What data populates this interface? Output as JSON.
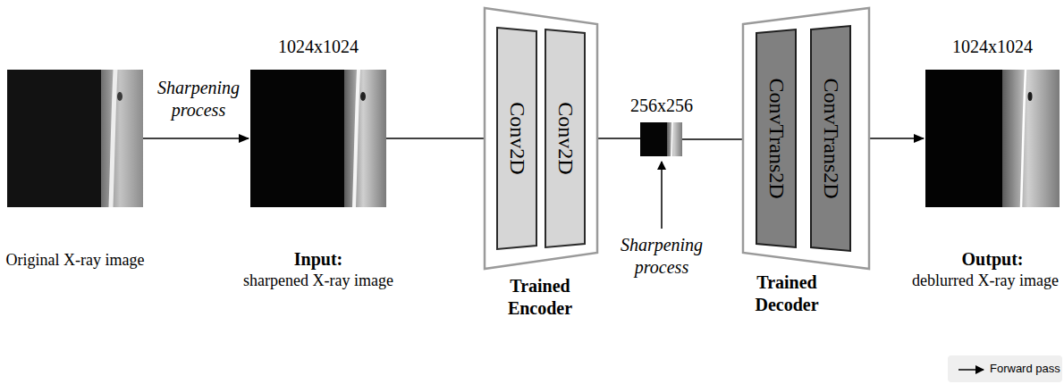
{
  "diagram": {
    "nodes": [
      {
        "text": [
          "Original X-ray image"
        ]
      },
      {
        "text": [
          "1024x1024",
          "Input:",
          "sharpened X-ray image"
        ]
      },
      {
        "text": [
          "Trained Encoder"
        ]
      },
      {
        "text": [
          "Conv2D"
        ],
        "in": 2
      },
      {
        "text": [
          "Conv2D"
        ],
        "in": 2
      },
      {
        "text": [
          "256x256"
        ]
      },
      {
        "text": [
          "Trained Decoder"
        ]
      },
      {
        "text": [
          "ConvTrans2D"
        ],
        "in": 6
      },
      {
        "text": [
          "ConvTrans2D"
        ],
        "in": 6
      },
      {
        "text": [
          "1024x1024",
          "Output:",
          "deblurred X-ray image"
        ]
      }
    ],
    "edges": [
      {
        "from": 0,
        "to": 1,
        "arrow": "to",
        "label": "Sharpening process"
      },
      {
        "from": 1,
        "to": 2,
        "arrow": "none"
      },
      {
        "from": 2,
        "to": 5,
        "arrow": "none"
      },
      {
        "from": 5,
        "to": 6,
        "arrow": "none"
      },
      {
        "from": 6,
        "to": 9,
        "arrow": "to"
      }
    ],
    "labels": [
      "Sharpening process"
    ],
    "legend": [
      {
        "text": "Forward pass"
      }
    ]
  }
}
